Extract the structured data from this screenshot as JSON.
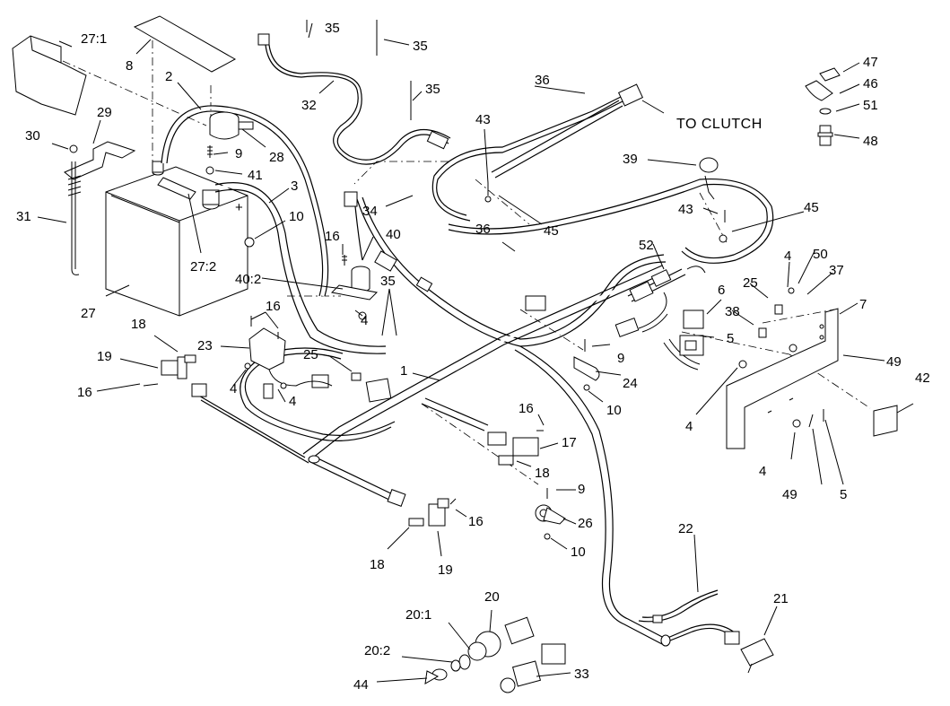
{
  "labels": {
    "l_27_1": "27:1",
    "l_8": "8",
    "l_2": "2",
    "l_29": "29",
    "l_30": "30",
    "l_31": "31",
    "l_27": "27",
    "l_27_2": "27:2",
    "l_9a": "9",
    "l_41": "41",
    "l_28": "28",
    "l_3": "3",
    "l_10a": "10",
    "l_35a": "35",
    "l_35b": "35",
    "l_35c": "35",
    "l_35d": "35",
    "l_32": "32",
    "l_34": "34",
    "l_40": "40",
    "l_40_2": "40:2",
    "l_16a": "16",
    "l_16b": "16",
    "l_16c": "16",
    "l_16d": "16",
    "l_16e": "16",
    "l_4a": "4",
    "l_4b": "4",
    "l_4c": "4",
    "l_4d": "4",
    "l_4e": "4",
    "l_4f": "4",
    "l_36a": "36",
    "l_36b": "36",
    "l_43a": "43",
    "l_43b": "43",
    "l_45a": "45",
    "l_45b": "45",
    "l_39": "39",
    "l_52": "52",
    "l_6": "6",
    "l_5a": "5",
    "l_5b": "5",
    "l_25a": "25",
    "l_25b": "25",
    "l_38": "38",
    "l_50": "50",
    "l_37": "37",
    "l_7": "7",
    "l_49a": "49",
    "l_49b": "49",
    "l_42": "42",
    "l_47": "47",
    "l_46": "46",
    "l_51": "51",
    "l_48": "48",
    "l_18a": "18",
    "l_18b": "18",
    "l_18c": "18",
    "l_19a": "19",
    "l_19b": "19",
    "l_23": "23",
    "l_1": "1",
    "l_9b": "9",
    "l_9c": "9",
    "l_24": "24",
    "l_10b": "10",
    "l_10c": "10",
    "l_17": "17",
    "l_26": "26",
    "l_22": "22",
    "l_20": "20",
    "l_20_1": "20:1",
    "l_20_2": "20:2",
    "l_21": "21",
    "l_44": "44",
    "l_33": "33"
  },
  "notes": {
    "to_clutch": "TO CLUTCH"
  },
  "icons": {
    "battery": "battery-icon",
    "relay": "relay-icon",
    "key": "ignition-key-icon"
  }
}
